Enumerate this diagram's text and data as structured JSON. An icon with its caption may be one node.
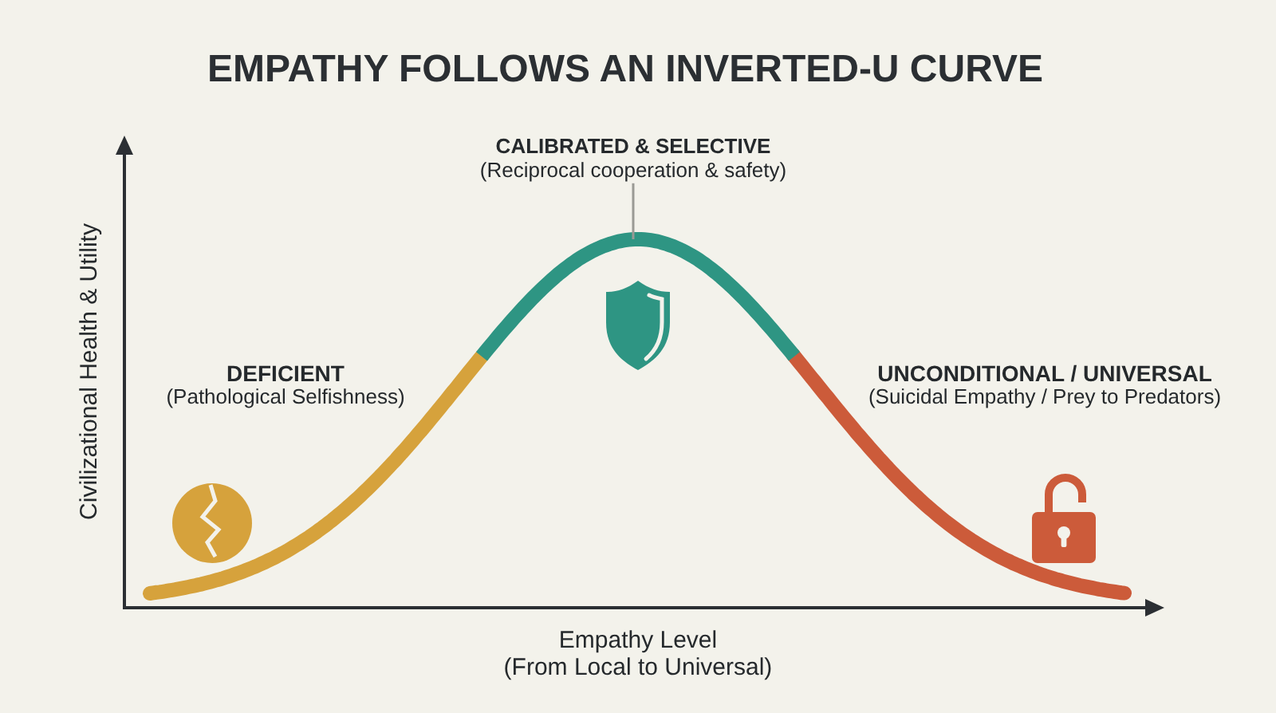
{
  "diagram": {
    "title": "EMPATHY FOLLOWS AN INVERTED-U CURVE",
    "nodes": [
      {
        "text": [
          "CALIBRATED & SELECTIVE",
          "(Reciprocal cooperation & safety)"
        ]
      },
      {
        "text": [],
        "shape": "curve"
      }
    ],
    "edges": [
      {
        "from": 0,
        "to": 1,
        "arrow": "none"
      }
    ],
    "labels": [
      "Civilizational Health & Utility",
      "DEFICIENT",
      "(Pathological Selfishness)",
      "UNCONDITIONAL / UNIVERSAL",
      "(Suicidal Empathy / Prey to Predators)",
      "Empathy Level",
      "(From Local to Universal)"
    ]
  }
}
